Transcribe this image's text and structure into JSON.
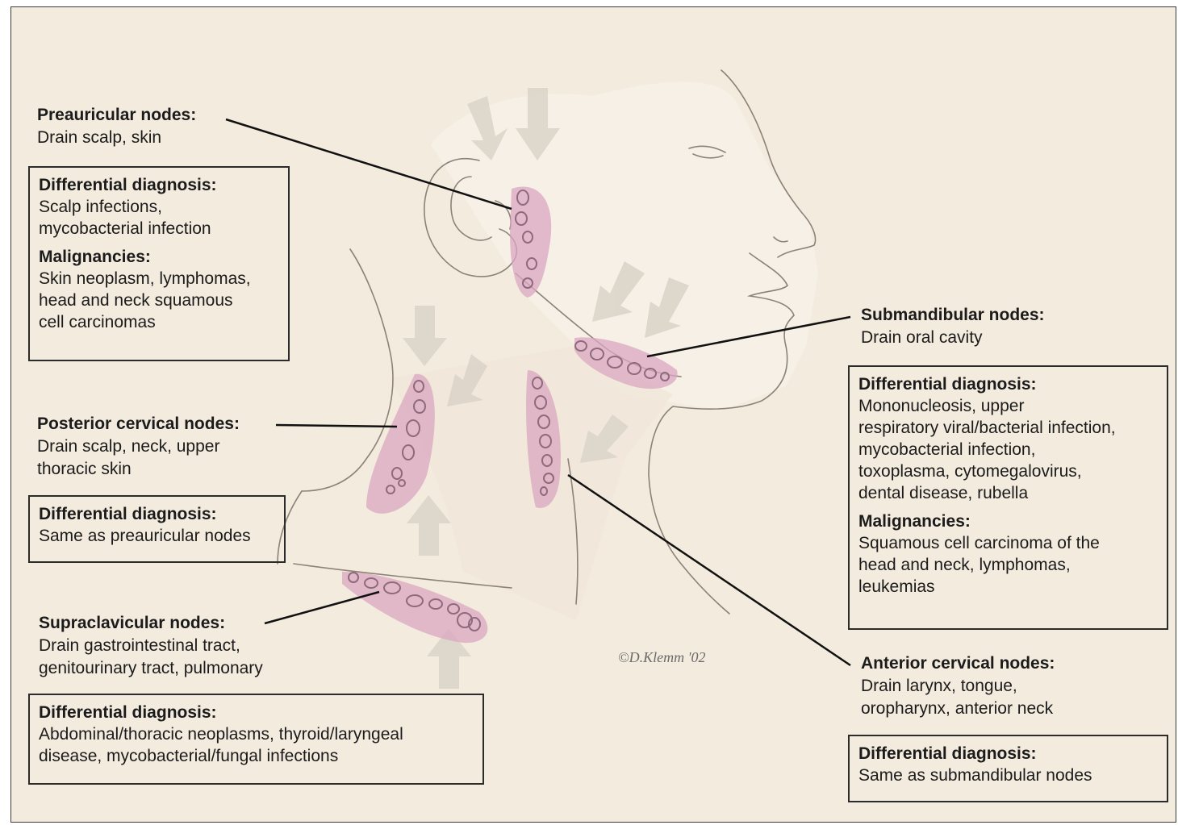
{
  "nodes": {
    "preauricular": {
      "title": "Preauricular nodes:",
      "drain": "Drain scalp, skin"
    },
    "posterior_cervical": {
      "title": "Posterior cervical nodes:",
      "drain": "Drain scalp, neck, upper\nthoracic skin"
    },
    "supraclavicular": {
      "title": "Supraclavicular nodes:",
      "drain": "Drain gastrointestinal tract,\ngenitourinary tract, pulmonary"
    },
    "submandibular": {
      "title": "Submandibular nodes:",
      "drain": "Drain oral cavity"
    },
    "anterior_cervical": {
      "title": "Anterior cervical nodes:",
      "drain": "Drain larynx, tongue,\noropharynx, anterior neck"
    }
  },
  "boxes": {
    "preauricular": {
      "dd_title": "Differential diagnosis:",
      "dd_text": "Scalp infections,\nmycobacterial infection",
      "mal_title": "Malignancies:",
      "mal_text": "Skin neoplasm, lymphomas,\nhead and neck squamous\ncell carcinomas"
    },
    "posterior_cervical": {
      "dd_title": "Differential diagnosis:",
      "dd_text": "Same as preauricular nodes"
    },
    "supraclavicular": {
      "dd_title": "Differential diagnosis:",
      "dd_text": "Abdominal/thoracic neoplasms, thyroid/laryngeal\ndisease, mycobacterial/fungal infections"
    },
    "submandibular": {
      "dd_title": "Differential diagnosis:",
      "dd_text": "Mononucleosis, upper\nrespiratory viral/bacterial infection,\nmycobacterial infection,\ntoxoplasma, cytomegalovirus,\ndental disease, rubella",
      "mal_title": "Malignancies:",
      "mal_text": "Squamous cell carcinoma of the\nhead and neck, lymphomas,\nleukemias"
    },
    "anterior_cervical": {
      "dd_title": "Differential diagnosis:",
      "dd_text": "Same as submandibular nodes"
    }
  },
  "signature": "©D.Klemm '02",
  "colors": {
    "background": "#f3ebde",
    "node_region": "#d9a7c0",
    "node_outline": "#8e6a7c",
    "skin_line": "#8c8278",
    "arrow": "#dcd5ca",
    "leader_line": "#111111"
  }
}
